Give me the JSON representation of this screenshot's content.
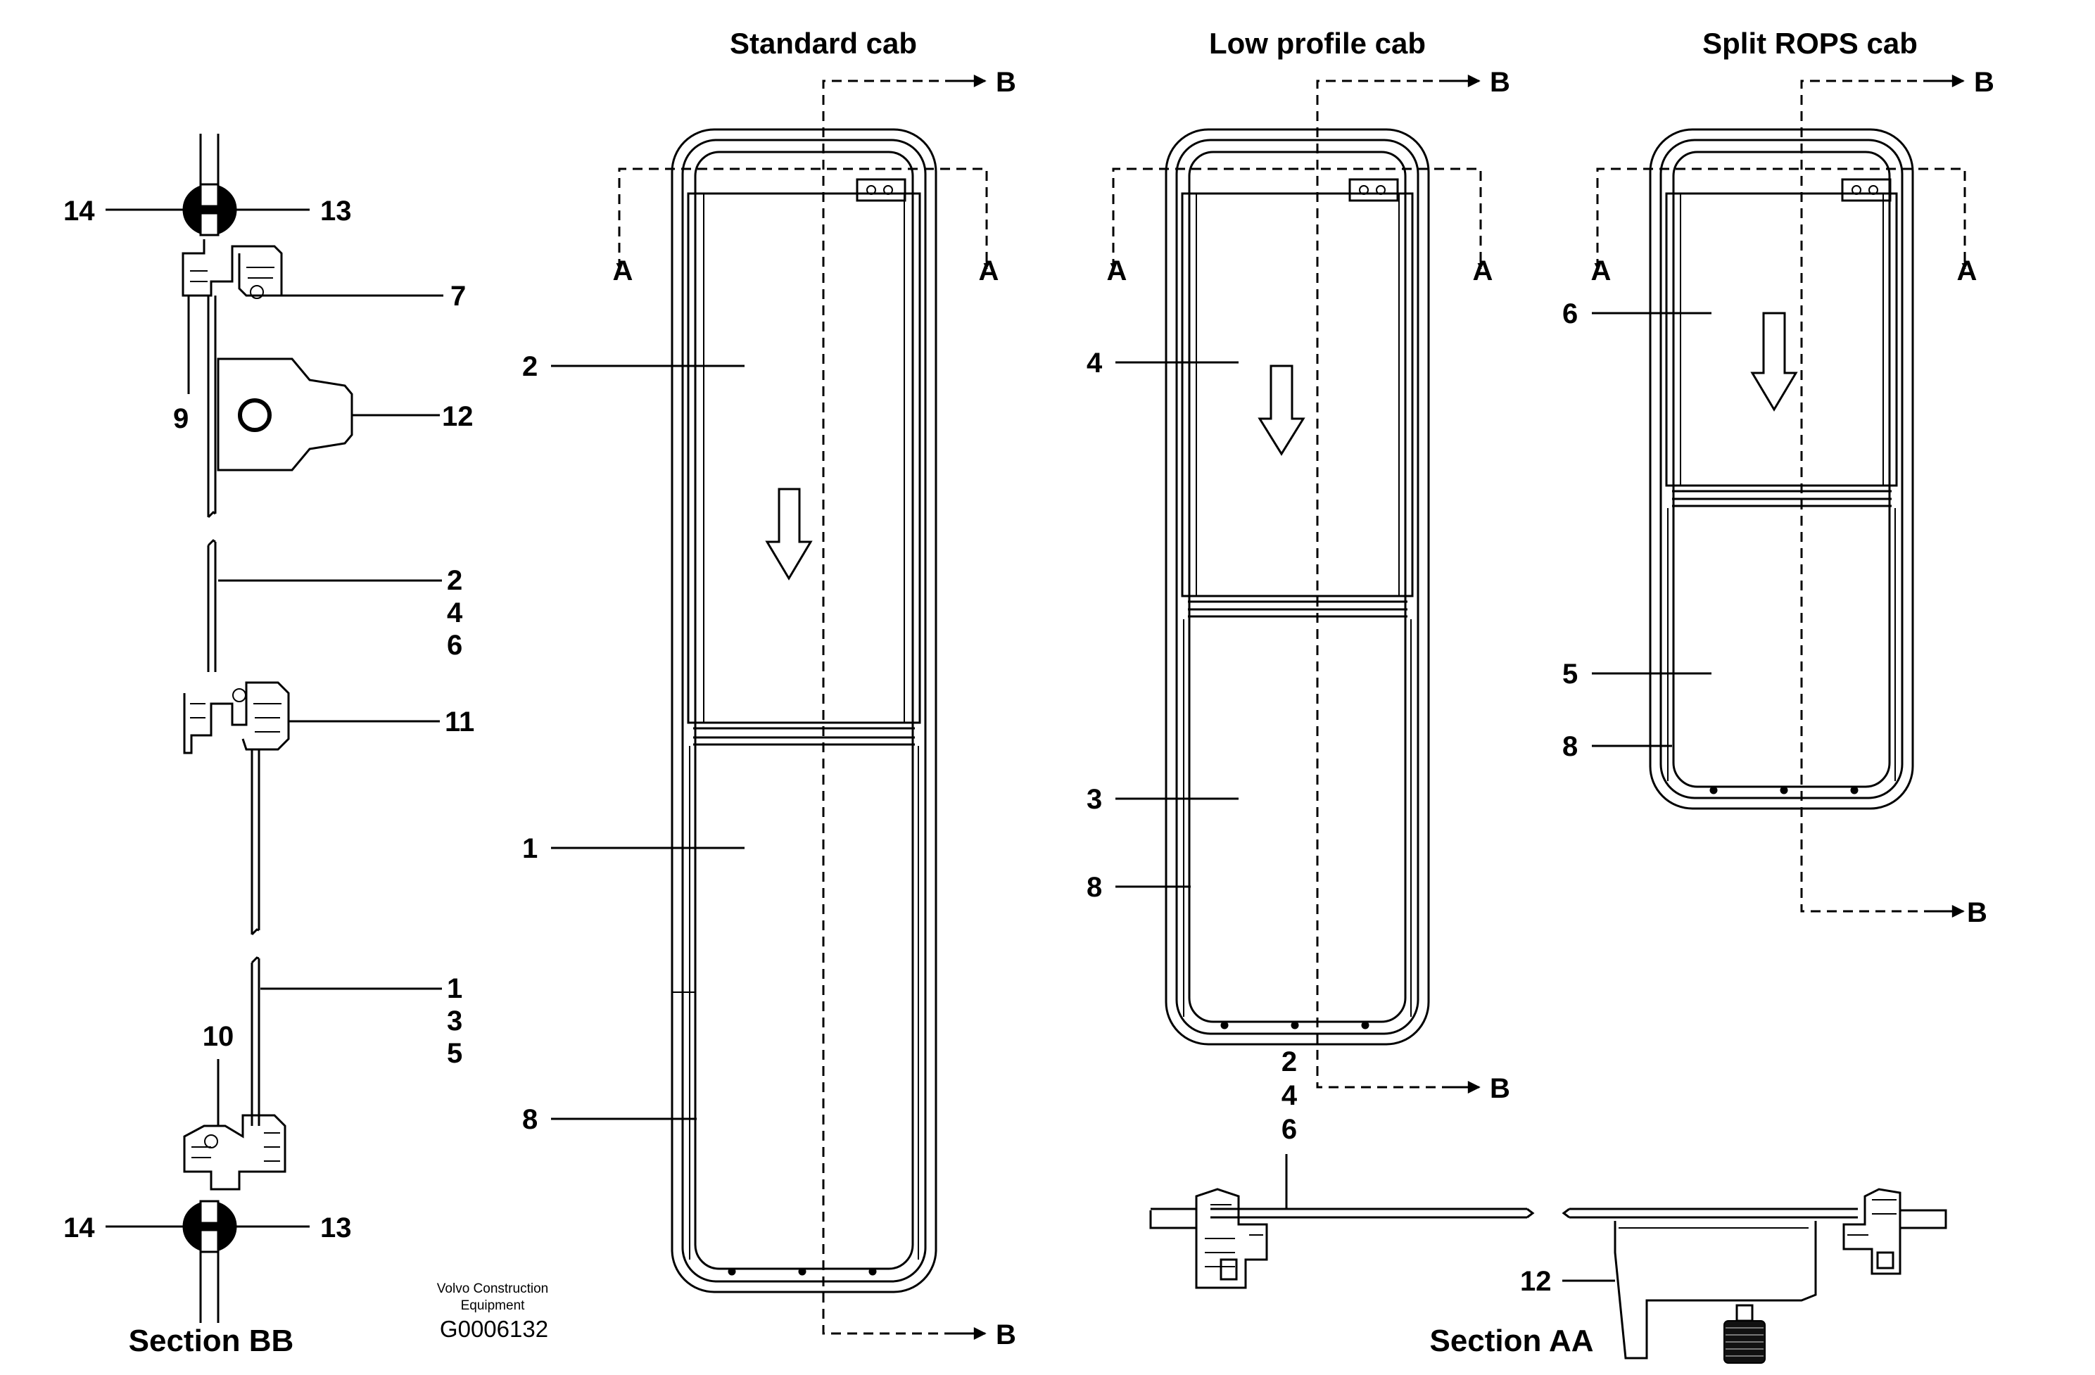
{
  "titles": {
    "standard": "Standard cab",
    "low_profile": "Low profile cab",
    "split_rops": "Split ROPS cab"
  },
  "sections": {
    "bb": "Section BB",
    "aa": "Section AA"
  },
  "section_marks": {
    "a": "A",
    "b": "B"
  },
  "credit": {
    "line1": "Volvo Construction",
    "line2": "Equipment",
    "code": "G0006132"
  },
  "callouts": {
    "c1": "1",
    "c2": "2",
    "c3": "3",
    "c4": "4",
    "c5": "5",
    "c6": "6",
    "c7": "7",
    "c8": "8",
    "c9": "9",
    "c10": "10",
    "c11": "11",
    "c12": "12",
    "c13": "13",
    "c14": "14"
  }
}
